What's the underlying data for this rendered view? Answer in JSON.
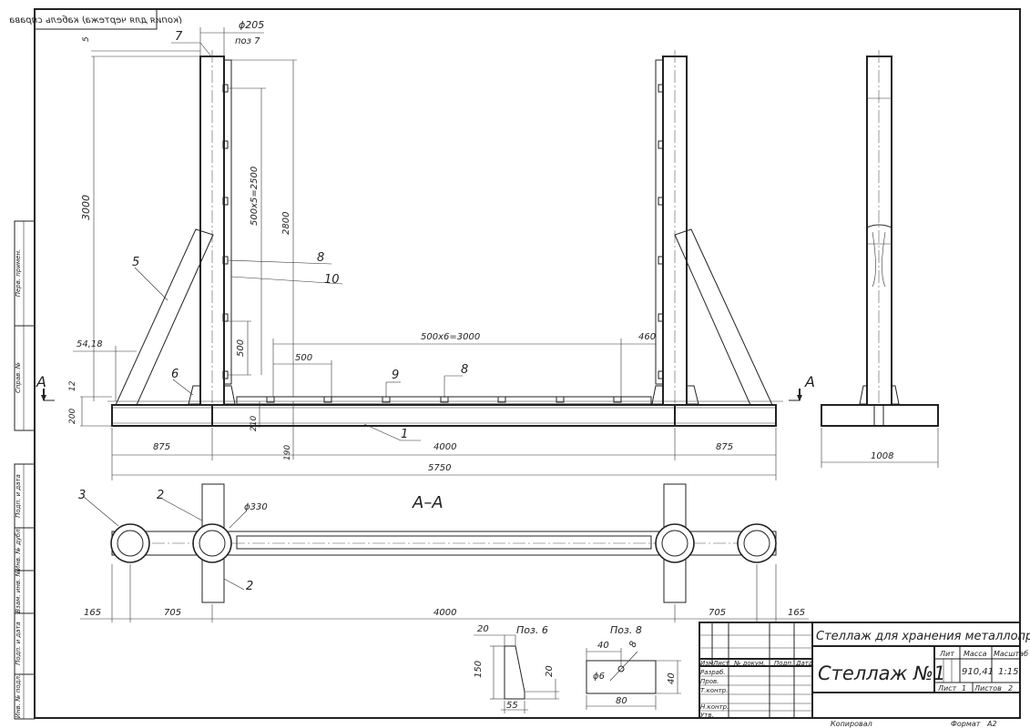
{
  "stamp": {
    "mirrored": "(копия для чертежа) кабель справа"
  },
  "side_labels": [
    "Перв. примен.",
    "Справ. №",
    "Подп. и дата",
    "Инв. № дубл.",
    "Взам. инв. №",
    "Подп. и дата",
    "Инв. № подл."
  ],
  "positions": {
    "p1": "1",
    "p2": "2",
    "p2b": "2",
    "p3": "3",
    "p5": "5",
    "p6": "6",
    "p7": "7",
    "p8": "8",
    "p8b": "8",
    "p9": "9",
    "p10": "10"
  },
  "dimensions": {
    "d205": "ϕ205",
    "poz7": "поз 7",
    "d5": "5",
    "d3000": "3000",
    "d2500": "500х5=2500",
    "d2800": "2800",
    "d500v": "500",
    "d5418": "54,18",
    "d12": "12",
    "d200": "200",
    "d210": "210",
    "d190": "190",
    "d500h": "500",
    "d3000h": "500х6=3000",
    "d460": "460",
    "d875a": "875",
    "d4000": "4000",
    "d875b": "875",
    "d5750": "5750",
    "d1008": "1008",
    "d330": "ϕ330",
    "d165a": "165",
    "d705a": "705",
    "d4000b": "4000",
    "d705b": "705",
    "d165b": "165"
  },
  "section": {
    "title": "А–А",
    "cut_left": "А",
    "cut_right": "А"
  },
  "detail6": {
    "title": "Поз. 6",
    "w_top": "20",
    "h": "150",
    "h2": "20",
    "w_bottom": "55"
  },
  "detail8": {
    "title": "Поз. 8",
    "w40": "40",
    "d8": "8",
    "hole": "ϕ6",
    "h40": "40",
    "w80": "80"
  },
  "title_block": {
    "heading": "Стеллаж для хранения металлопроката",
    "name": "Стеллаж №1",
    "cols": {
      "izm": "Изм",
      "list": "Лист",
      "doc": "№ докум.",
      "podp": "Подп.",
      "data": "Дата"
    },
    "roles": [
      "Разраб.",
      "Пров.",
      "Т.контр.",
      "",
      "Н.контр.",
      "Утв."
    ],
    "lit": "Лит",
    "massa": "Масса",
    "masshtab": "Масштаб",
    "mass_value": "910,41",
    "scale_value": "1:15",
    "list_label": "Лист",
    "list_value": "1",
    "listov_label": "Листов",
    "listov_value": "2"
  },
  "footer": {
    "kopiroval": "Копировал",
    "format_label": "Формат",
    "format_value": "А2"
  }
}
